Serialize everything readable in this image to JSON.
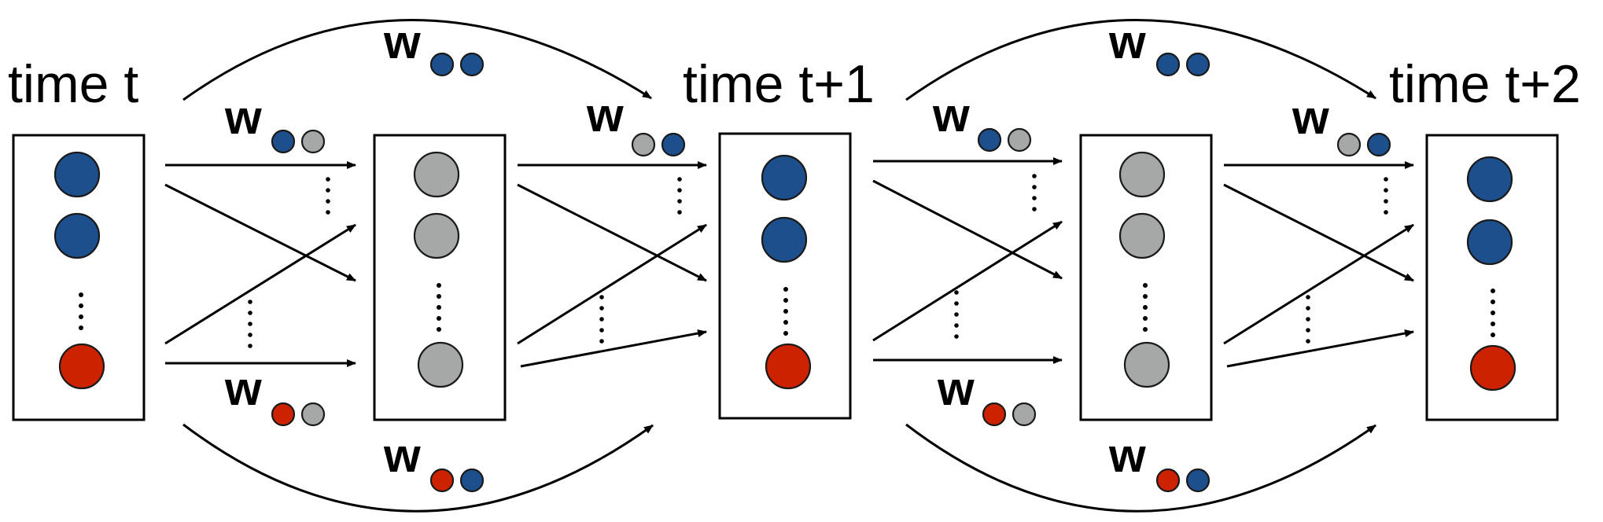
{
  "colors": {
    "blue": "#1d4f8c",
    "red": "#cc2200",
    "gray": "#a6a8a8",
    "ink": "#000000"
  },
  "time_labels": [
    "time t",
    "time t+1",
    "time t+2"
  ],
  "weight_symbol": "w",
  "weights": {
    "blue_blue": [
      "blue",
      "blue"
    ],
    "blue_gray": [
      "blue",
      "gray"
    ],
    "gray_blue": [
      "gray",
      "blue"
    ],
    "red_gray": [
      "red",
      "gray"
    ],
    "red_blue": [
      "red",
      "blue"
    ]
  },
  "layers": [
    {
      "kind": "visible",
      "nodes": [
        "blue",
        "blue",
        "ellipsis",
        "red"
      ]
    },
    {
      "kind": "hidden",
      "nodes": [
        "gray",
        "gray",
        "ellipsis",
        "gray"
      ]
    },
    {
      "kind": "visible",
      "nodes": [
        "blue",
        "blue",
        "ellipsis",
        "red"
      ]
    },
    {
      "kind": "hidden",
      "nodes": [
        "gray",
        "gray",
        "ellipsis",
        "gray"
      ]
    },
    {
      "kind": "visible",
      "nodes": [
        "blue",
        "blue",
        "ellipsis",
        "red"
      ]
    }
  ]
}
